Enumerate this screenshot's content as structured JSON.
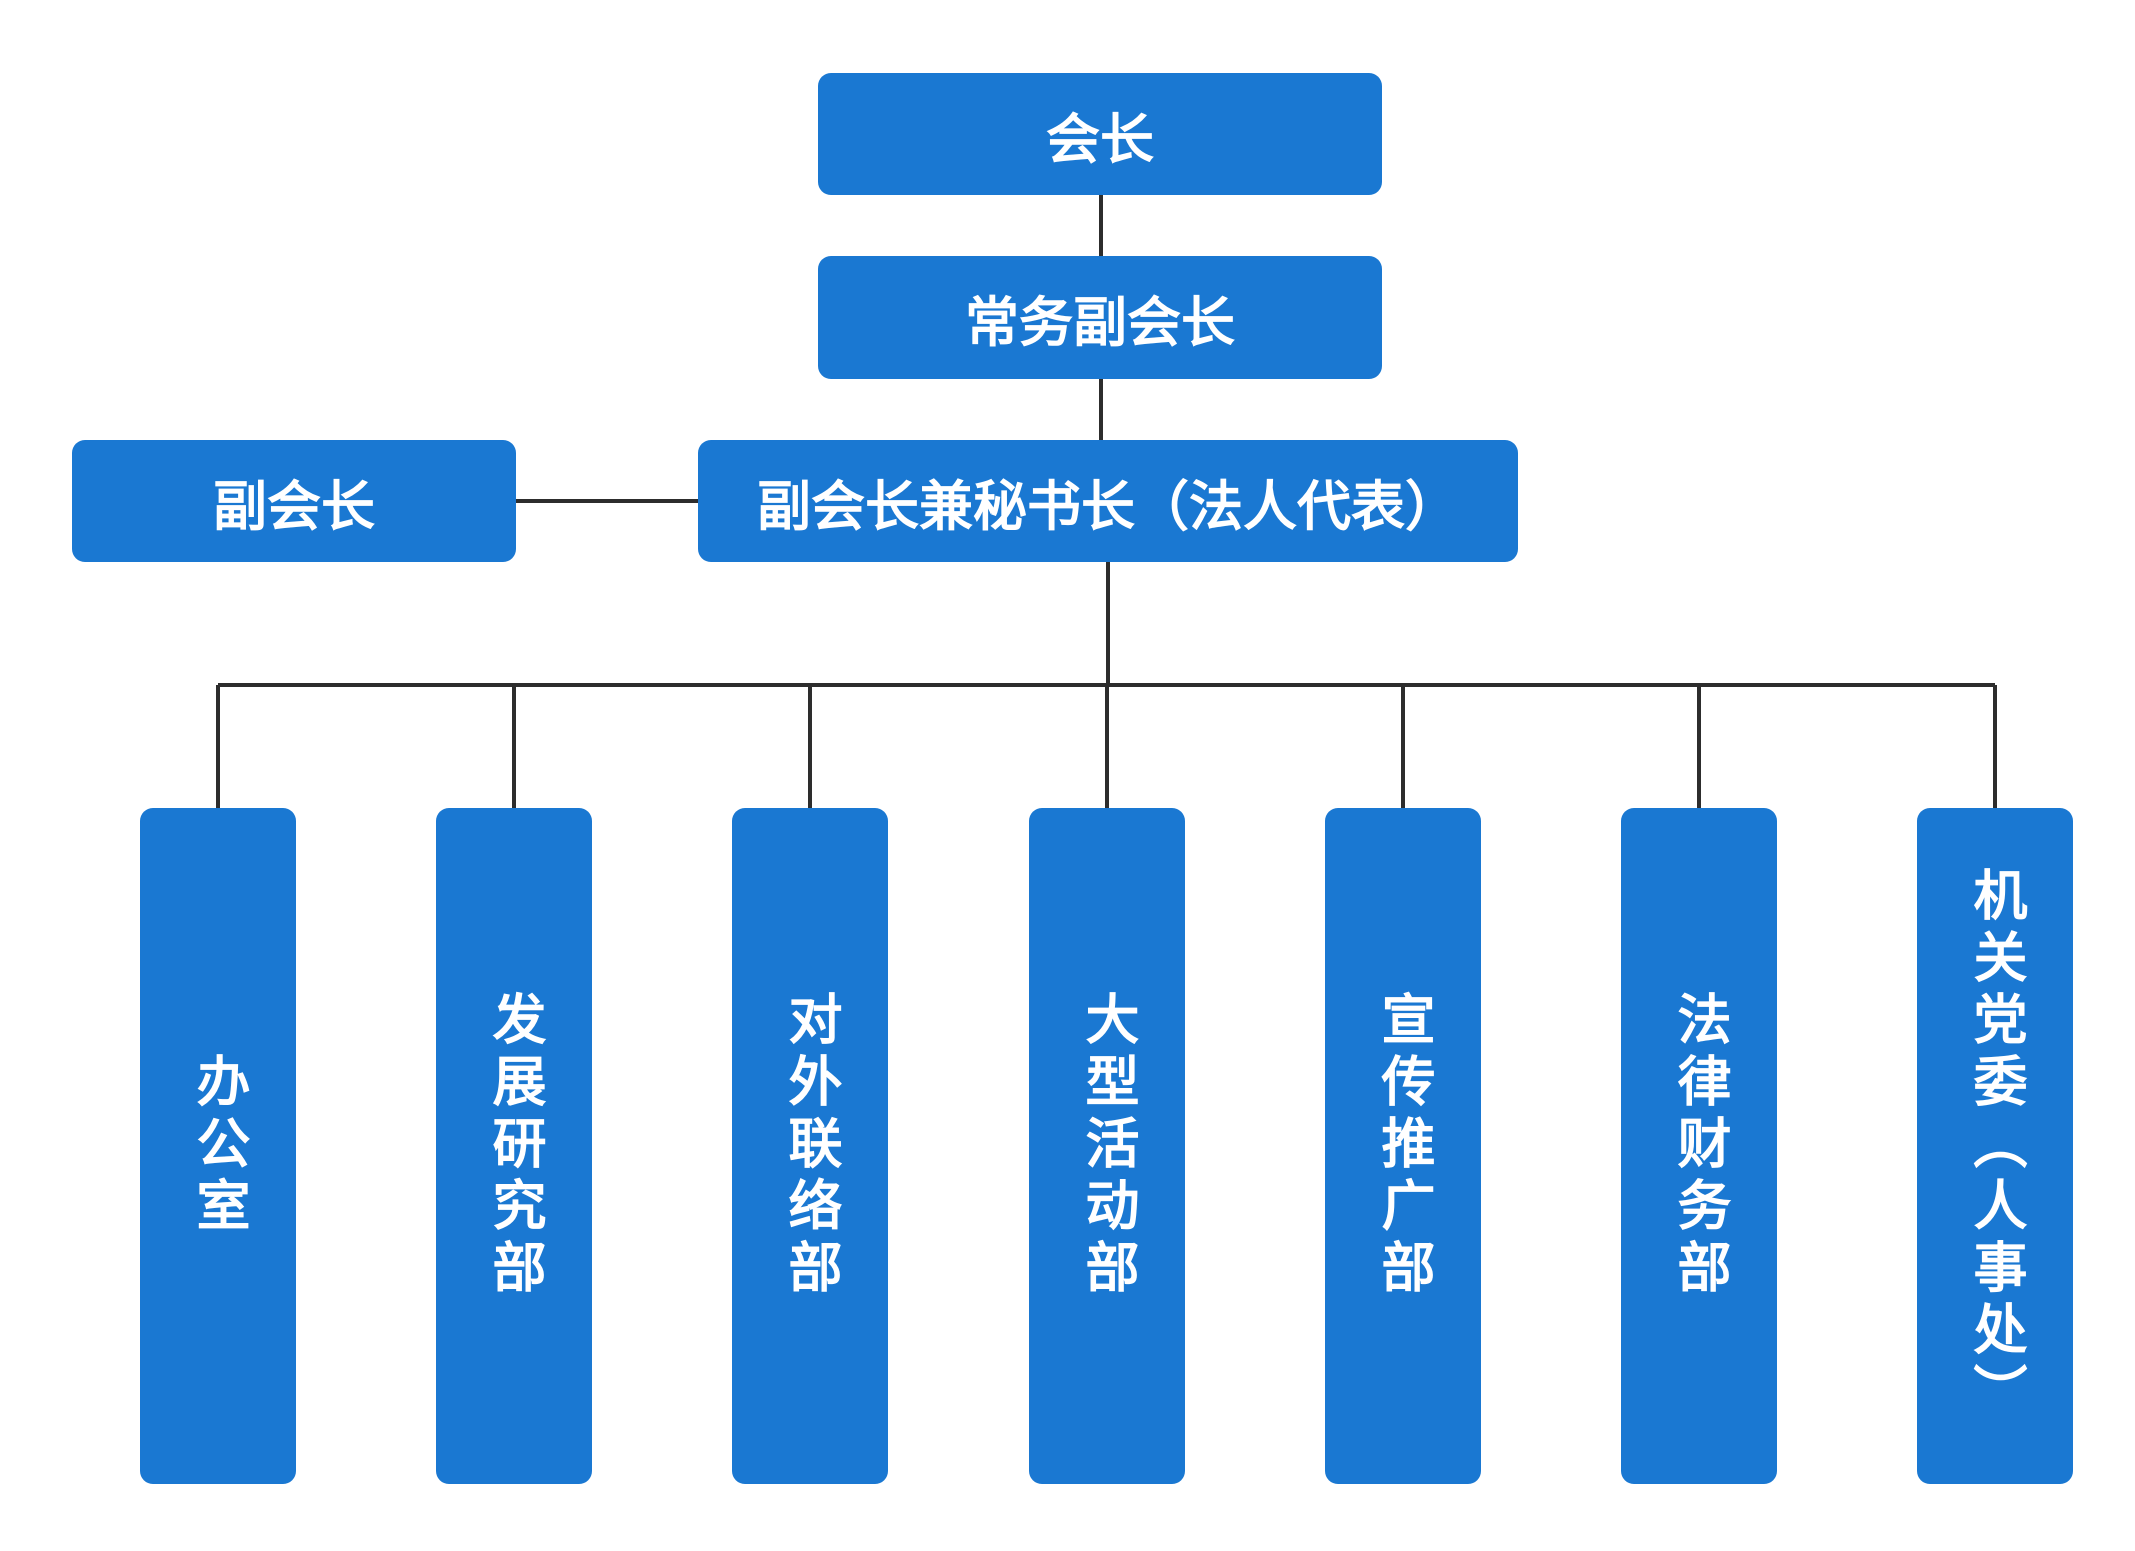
{
  "org_chart": {
    "president": "会长",
    "executive_vice_president": "常务副会长",
    "vice_president": "副会长",
    "vice_president_secretary_general": "副会长兼秘书长（法人代表）",
    "departments": [
      "办公室",
      "发展研究部",
      "对外联络部",
      "大型活动部",
      "宣传推广部",
      "法律财务部",
      "机关党委（人事处）"
    ]
  },
  "colors": {
    "box_fill": "#1a78d2",
    "box_text": "#ffffff",
    "connector": "#2d2d2d"
  }
}
